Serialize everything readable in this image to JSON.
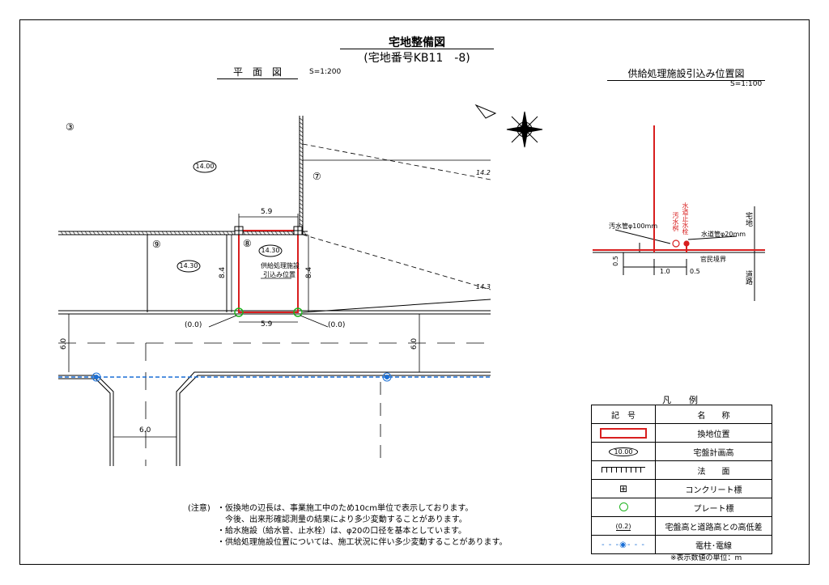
{
  "header": {
    "title": "宅地整備図",
    "subtitle": "(宅地番号KB11　-8)"
  },
  "plan": {
    "heading": "平　面　図",
    "scale": "S=1:200",
    "lot_numbers": [
      "③",
      "⑦",
      "⑨",
      "⑧"
    ],
    "heights": [
      "14.00",
      "14.30",
      "14.30"
    ],
    "slope_labels": [
      "14.2",
      "14.3"
    ],
    "dims": {
      "top_width": "5.9",
      "bottom_width": "5.9",
      "left_depth": "8.4",
      "right_depth": "8.4",
      "road_left": "6.0",
      "road_right": "6.0",
      "side_road": "6.0"
    },
    "origins": [
      "(0.0)",
      "(0.0)"
    ],
    "facility_label_1": "供給処理施設",
    "facility_label_2": "引込み位置"
  },
  "detail": {
    "heading": "供給処理施設引込み位置図",
    "scale": "S=1:100",
    "sewer_pipe": "汚水管φ100mm",
    "water_pipe": "水道管φ20mm",
    "water_valve": "水道止水栓",
    "sewer_basin": "汚水桝",
    "boundary": "官民境界",
    "residential": "宅地",
    "road": "道路",
    "dim_a": "1.0",
    "dim_b": "0.5",
    "dim_c": "0.5"
  },
  "legend": {
    "title": "凡　　例",
    "col_symbol": "記　号",
    "col_name": "名　　称",
    "sample_height": "10.00",
    "sample_diff": "(0.2)",
    "items": [
      "換地位置",
      "宅盤計画高",
      "法　　面",
      "コンクリート標",
      "プレート標",
      "宅盤高と道路高との高低差",
      "電柱･電線"
    ],
    "unit_note": "※表示数値の単位：m"
  },
  "notes": {
    "label": "(注意)",
    "lines": [
      "・仮換地の辺長は、事業施工中のため10cm単位で表示しております。",
      "　今後、出来形確認測量の結果により多少変動することがあります。",
      "・給水施設（給水管、止水栓）は、φ20の口径を基本としています。",
      "・供給処理施設位置については、施工状況に伴い多少変動することがあります。"
    ]
  },
  "colors": {
    "lot_outline": "#d81e1e",
    "plate_marker": "#1fb31f",
    "utility_line": "#1a6fd6",
    "line": "#000000"
  }
}
